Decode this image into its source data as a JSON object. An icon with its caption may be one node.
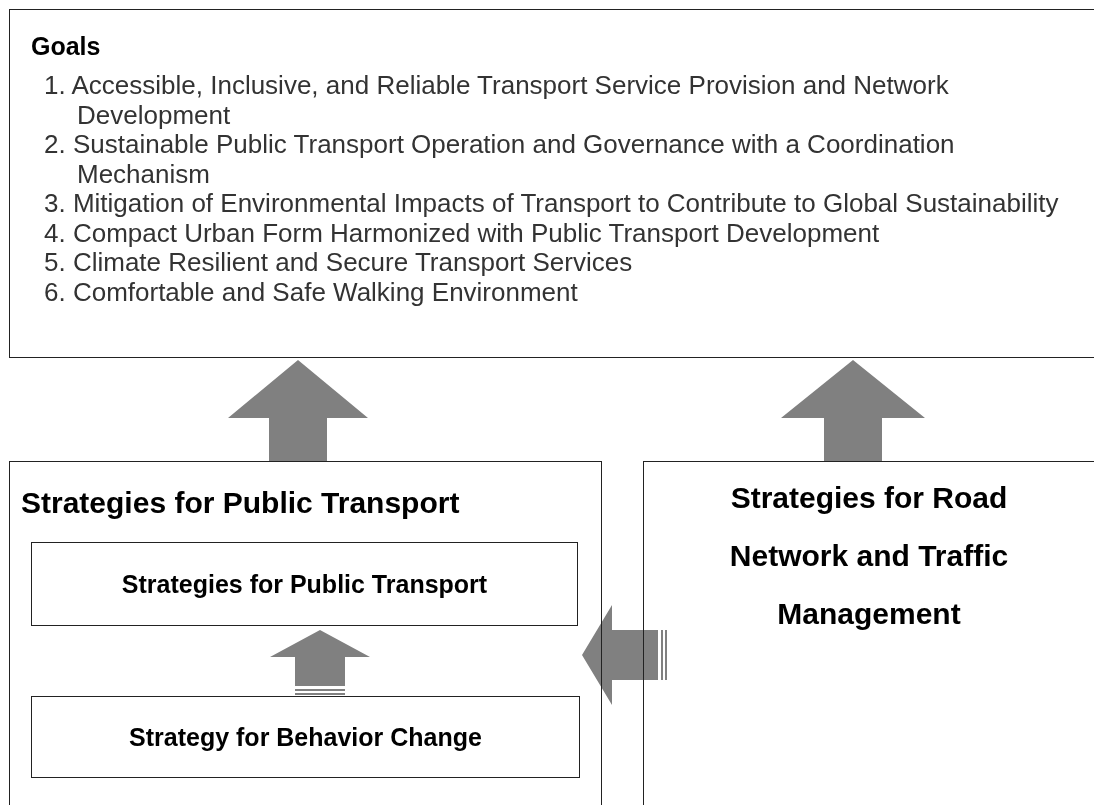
{
  "diagram": {
    "nodes": [
      {
        "text": [
          "Goals",
          "1. Accessible, Inclusive, and Reliable Transport Service Provision and Network Development",
          "2. Sustainable Public Transport Operation and Governance with a Coordination Mechanism",
          "3. Mitigation of Environmental Impacts of Transport to Contribute to Global Sustainability",
          "4. Compact Urban Form Harmonized with Public Transport Development",
          "5. Climate Resilient and Secure Transport Services",
          "6. Comfortable and Safe Walking Environment"
        ]
      },
      {
        "text": [
          "Strategies for Public Transport"
        ]
      },
      {
        "text": [
          "Strategies for Public Transport"
        ],
        "in": 1
      },
      {
        "text": [
          "Strategy for Behavior Change"
        ],
        "in": 1
      },
      {
        "text": [
          "Strategies for Road Network and Traffic Management"
        ]
      }
    ],
    "edges": [
      {
        "from": 1,
        "to": 0,
        "arrow": "to"
      },
      {
        "from": 4,
        "to": 0,
        "arrow": "to"
      },
      {
        "from": 3,
        "to": 2,
        "arrow": "to"
      },
      {
        "from": 4,
        "to": 1,
        "arrow": "to"
      }
    ]
  }
}
